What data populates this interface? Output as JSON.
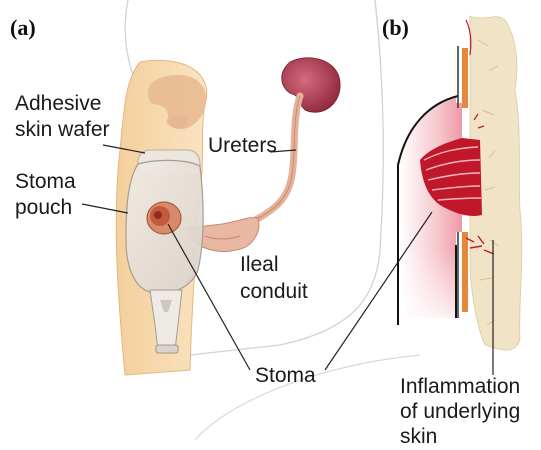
{
  "panels": {
    "a": {
      "label": "(a)"
    },
    "b": {
      "label": "(b)"
    }
  },
  "labels": {
    "adhesive_line1": "Adhesive",
    "adhesive_line2": "skin wafer",
    "pouch_line1": "Stoma",
    "pouch_line2": "pouch",
    "ureters": "Ureters",
    "ileal_line1": "Ileal",
    "ileal_line2": "conduit",
    "stoma": "Stoma",
    "inflammation_line1": "Inflammation",
    "inflammation_line2": "of underlying",
    "inflammation_line3": "skin"
  },
  "colors": {
    "body_skin": "#f6d9ad",
    "kidney_faded": "#e8b88f",
    "kidney": "#a2384c",
    "ureter": "#e4b29a",
    "pouch": "#e9e2da",
    "stoma": "#c96a4c",
    "inflamed_tissue": "#c0182a",
    "cutaneous_layer": "#f0e3c6",
    "adhesive_layer": "#e5883c"
  }
}
